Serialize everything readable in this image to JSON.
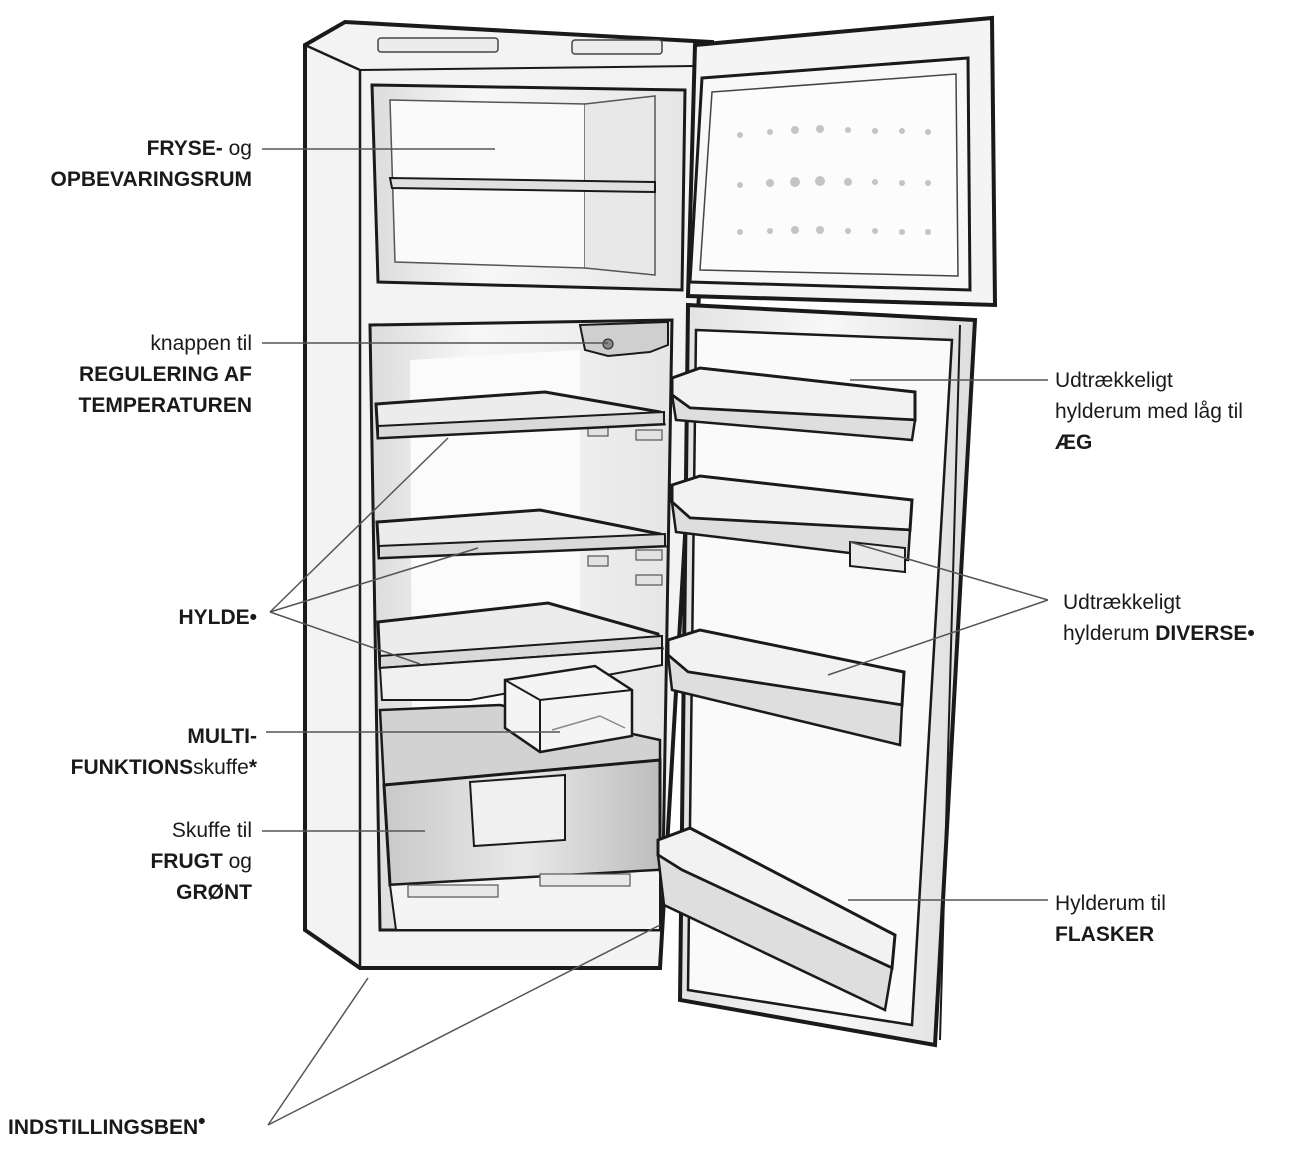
{
  "labels": {
    "freezer": {
      "line1_bold": "FRYSE-",
      "line1_rest": " og",
      "line2_bold": "OPBEVARINGSRUM"
    },
    "thermostat": {
      "line1": "knappen til",
      "line2_bold": "REGULERING AF",
      "line3_bold": "TEMPERATUREN"
    },
    "shelf": {
      "bold": "HYLDE",
      "mark": "•"
    },
    "multi_drawer": {
      "line1_bold": "MULTI-",
      "line2_bold": "FUNKTIONS",
      "line2_rest": "skuffe",
      "mark": "*"
    },
    "crisper": {
      "line1": "Skuffe til",
      "line2_bold": "FRUGT",
      "line2_rest": " og",
      "line3_bold": "GRØNT"
    },
    "feet": {
      "bold": "INDSTILLINGSBEN",
      "mark": "•"
    },
    "egg_tray": {
      "line1": "Udtrækkeligt",
      "line2": "hylderum med låg til",
      "line3_bold": "ÆG"
    },
    "misc_tray": {
      "line1": "Udtrækkeligt",
      "line2_rest": "hylderum ",
      "line2_bold": "DIVERSE",
      "mark": "•"
    },
    "bottle_tray": {
      "line1": "Hylderum til",
      "line2_bold": "FLASKER"
    }
  },
  "colors": {
    "ink": "#1a1a1a",
    "panel": "#f4f4f4",
    "shade": "#d8d8d8",
    "leader": "#555555"
  }
}
